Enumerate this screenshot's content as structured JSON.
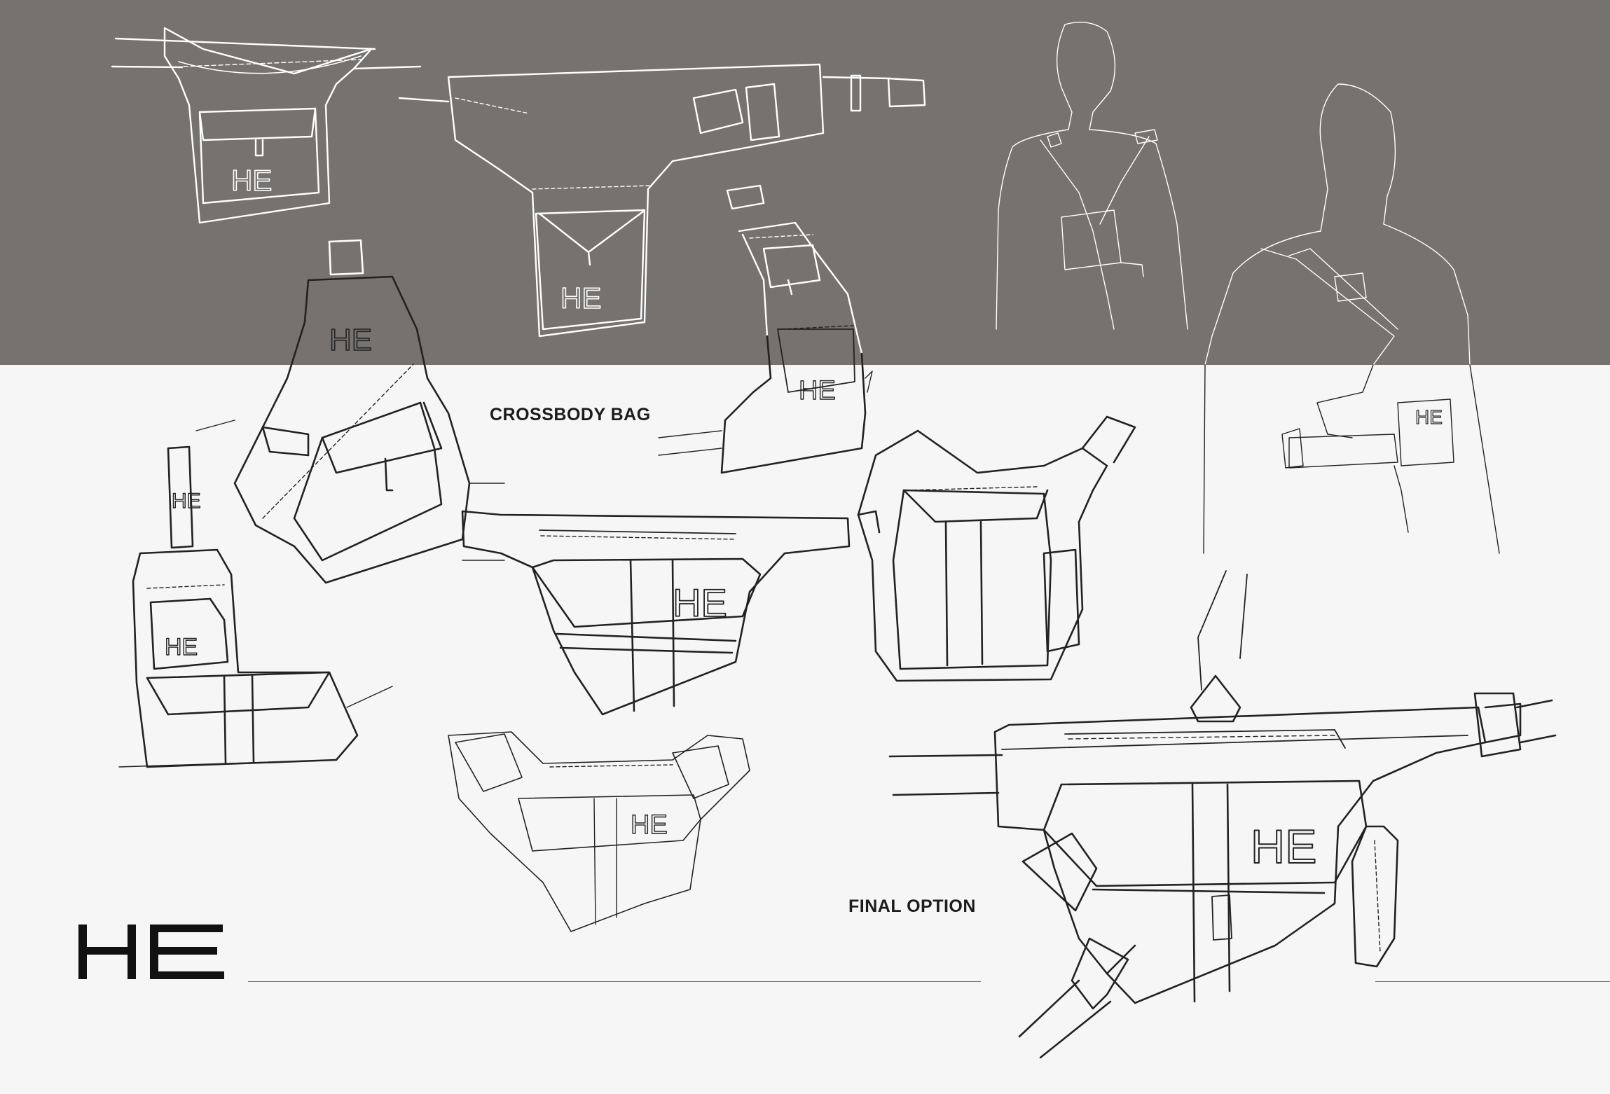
{
  "labels": {
    "crossbody": "CROSSBODY BAG",
    "final": "FINAL OPTION"
  },
  "brand": {
    "mark": "HE"
  },
  "colors": {
    "band": "#757270",
    "paper": "#f6f6f6",
    "ink": "#1c1c1c",
    "sketch_light": "#ffffff",
    "sketch_dark": "#222222"
  }
}
